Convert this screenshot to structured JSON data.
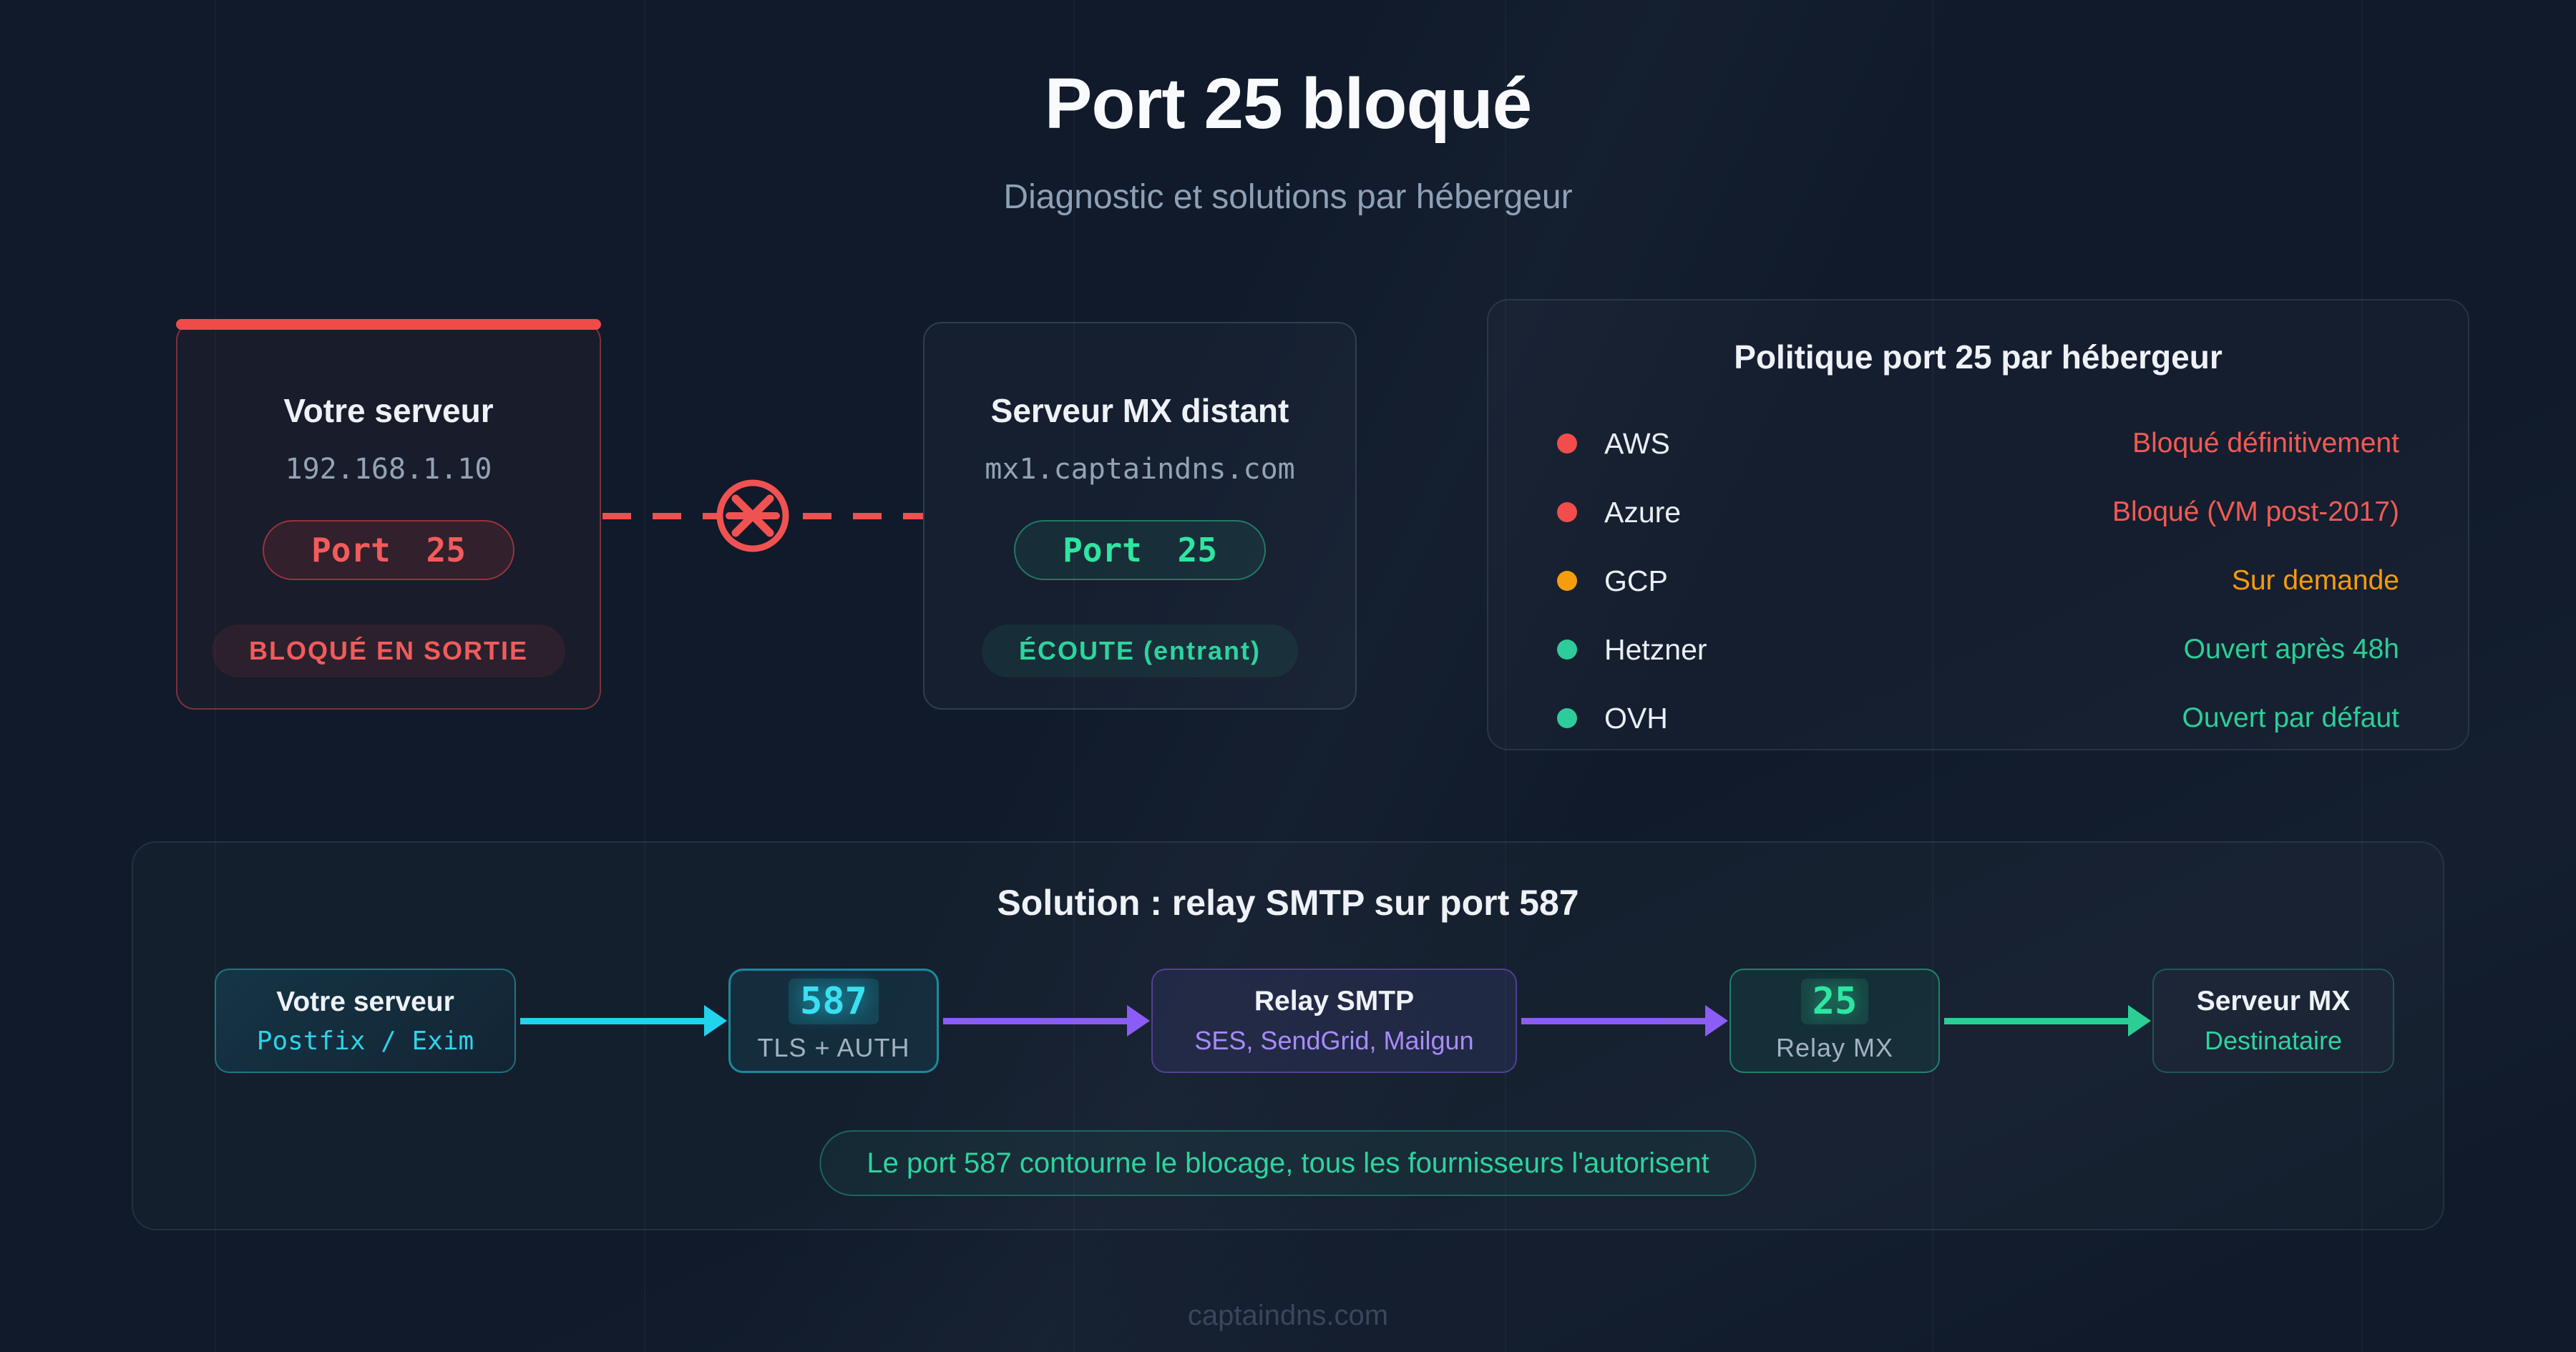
{
  "page": {
    "title": "Port 25 bloqué",
    "subtitle": "Diagnostic et solutions par hébergeur",
    "footer": "captaindns.com"
  },
  "colors": {
    "background": "#101a2a",
    "blocked_red": "#ef4b4b",
    "warning_orange": "#f59e0b",
    "open_green": "#2dd49e",
    "flow_cyan": "#22d3ee",
    "flow_purple": "#8b5cf6"
  },
  "source_card": {
    "title": "Votre serveur",
    "ip": "192.168.1.10",
    "port_label": "Port 25",
    "status_label": "BLOQUÉ EN SORTIE"
  },
  "mx_card": {
    "title": "Serveur MX distant",
    "host": "mx1.captaindns.com",
    "port_label": "Port 25",
    "status_label": "ÉCOUTE (entrant)"
  },
  "policy_panel": {
    "title": "Politique port 25 par hébergeur",
    "rows": [
      {
        "provider": "AWS",
        "status": "Bloqué définitivement",
        "level": "blocked"
      },
      {
        "provider": "Azure",
        "status": "Bloqué (VM post-2017)",
        "level": "blocked"
      },
      {
        "provider": "GCP",
        "status": "Sur demande",
        "level": "request"
      },
      {
        "provider": "Hetzner",
        "status": "Ouvert après 48h",
        "level": "open"
      },
      {
        "provider": "OVH",
        "status": "Ouvert par défaut",
        "level": "open"
      }
    ]
  },
  "solution_panel": {
    "title": "Solution : relay SMTP sur port 587",
    "flow": [
      {
        "title": "Votre serveur",
        "subtitle": "Postfix / Exim"
      },
      {
        "title": "587",
        "subtitle": "TLS + AUTH"
      },
      {
        "title": "Relay SMTP",
        "subtitle": "SES, SendGrid, Mailgun"
      },
      {
        "title": "25",
        "subtitle": "Relay MX"
      },
      {
        "title": "Serveur MX",
        "subtitle": "Destinataire"
      }
    ],
    "note": "Le port 587 contourne le blocage, tous les fournisseurs l'autorisent"
  }
}
